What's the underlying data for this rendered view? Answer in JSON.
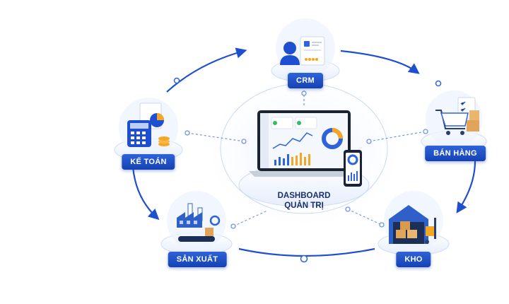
{
  "center": {
    "line1": "DASHBOARD",
    "line2": "QUẢN TRỊ",
    "icon": "laptop-dashboard-icon"
  },
  "modules": {
    "crm": {
      "label": "CRM",
      "icon": "customer-profile-icon"
    },
    "ban_hang": {
      "label": "BÁN HÀNG",
      "icon": "shopping-cart-icon"
    },
    "kho": {
      "label": "KHO",
      "icon": "warehouse-forklift-icon"
    },
    "san_xuat": {
      "label": "SẢN XUẤT",
      "icon": "factory-icon"
    },
    "ke_toan": {
      "label": "KẾ TOÁN",
      "icon": "calculator-icon"
    }
  },
  "colors": {
    "primary": "#1f4fd1",
    "accent": "#f5a623",
    "ring": "#2f63d9"
  }
}
